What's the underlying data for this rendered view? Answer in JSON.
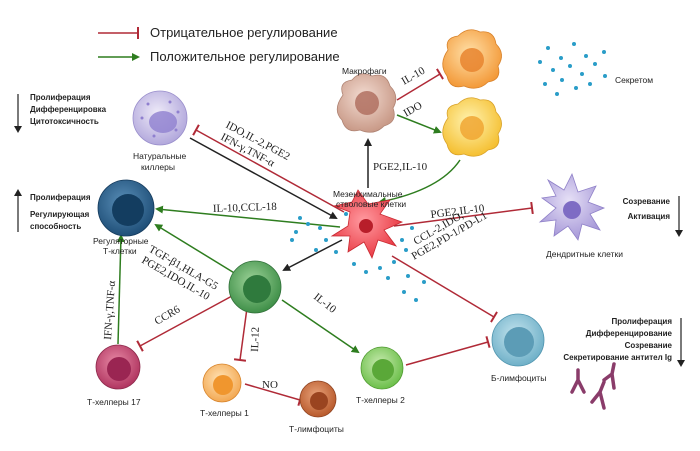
{
  "legend": {
    "negative": "Отрицательное регулирование",
    "positive": "Положительное регулирование"
  },
  "colors": {
    "negative": "#b02a37",
    "positive": "#2e7d1f",
    "black": "#222222",
    "dots": "#2a9dc8"
  },
  "cells": {
    "msc": "Мезенхимальные стволовые клетки",
    "macrophage": "Макрофаги",
    "secretome": "Секретом",
    "nk": "Натуральные киллеры",
    "treg": "Регуляторные Т-клетки",
    "dendritic": "Дендритные клетки",
    "th17": "Т-хелперы 17",
    "th1": "Т-хелперы 1",
    "th2": "Т-хелперы 2",
    "tcells": "Т-лимфоциты",
    "bcells": "Б-лимфоциты"
  },
  "effects": {
    "nk": [
      "Пролиферация",
      "Дифференцировка",
      "Цитотоксичность"
    ],
    "treg": [
      "Пролиферация",
      "Регулирующая",
      "способность"
    ],
    "dendritic": [
      "Созревание",
      "Активация"
    ],
    "bcells": [
      "Пролиферация",
      "Дифференцирование",
      "Созревание",
      "Секретирование антител Ig"
    ]
  },
  "mediators": {
    "nk_1": "IDO,IL-2,PGE2",
    "nk_2": "IFN-γ,TNF-α",
    "macro_il10": "IL-10",
    "macro_ido": "IDO",
    "msc_macro": "PGE2,IL-10",
    "treg": "IL-10,CCL-18",
    "dendritic": "PGE2,IL-10",
    "tcell_1": "TGF-β1,HLA-G5",
    "tcell_2": "PGE2,IDO,IL-10",
    "bcell_1": "CCL-2,IDO,",
    "bcell_2": "PGE2,PD-1/PD-L1",
    "th2": "IL-10",
    "th17": "CCR6",
    "th1": "IL-12",
    "treg_th17": "IFN-γ,TNF-α",
    "no": "NO"
  }
}
